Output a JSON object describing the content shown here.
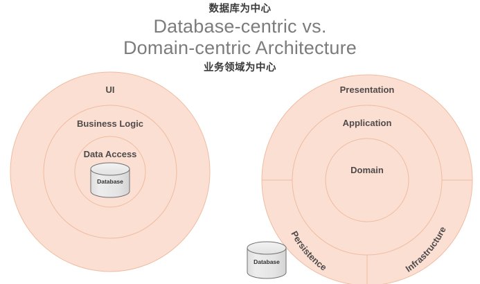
{
  "title": {
    "cn_top": "数据库为中心",
    "en_line1": "Database-centric vs.",
    "en_line2": "Domain-centric Architecture",
    "cn_bottom": "业务领域为中心"
  },
  "colors": {
    "ring_fill": "#fbdfd3",
    "ring_stroke": "#f0bb9f",
    "label_text": "#4f4a4a",
    "title_text": "#7c7c7c",
    "cn_text": "#3a3a3a",
    "cylinder_fill": "#e6e6e6",
    "cylinder_top": "#eeeeee",
    "cylinder_stroke": "#6f6f6f",
    "background": "#ffffff"
  },
  "left_diagram": {
    "name": "database-centric-architecture",
    "rings": [
      {
        "label": "UI",
        "order": 1
      },
      {
        "label": "Business Logic",
        "order": 2
      },
      {
        "label": "Data Access",
        "order": 3
      }
    ],
    "cylinder": {
      "label": "Database"
    }
  },
  "right_diagram": {
    "name": "domain-centric-architecture",
    "rings": [
      {
        "label": "Presentation",
        "order": 1
      },
      {
        "label": "Application",
        "order": 2
      },
      {
        "label": "Domain",
        "order": 3
      }
    ],
    "sectors": [
      {
        "label": "Persistence",
        "position": "bottom-left"
      },
      {
        "label": "Infrastructure",
        "position": "bottom-right"
      }
    ]
  },
  "external_cylinder": {
    "label": "Database"
  }
}
